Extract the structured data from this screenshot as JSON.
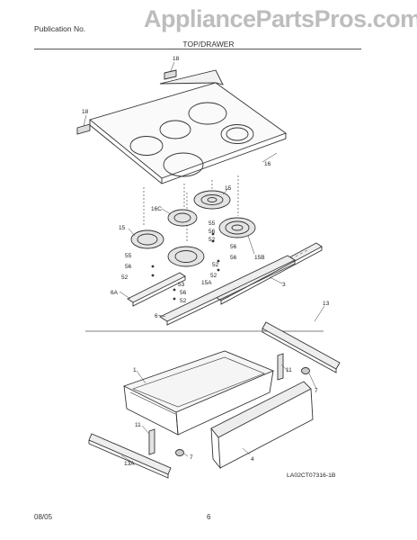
{
  "header": {
    "publication_label": "Publication No.",
    "watermark": "AppliancePartsPros.com",
    "section_title": "TOP/DRAWER"
  },
  "callouts": {
    "p18a": "18",
    "p18b": "18",
    "p16": "16",
    "p15a": "15",
    "p15b": "15",
    "p16c": "16C",
    "p55a": "55",
    "p52a": "52",
    "p56a": "56",
    "p56b": "56",
    "p15b_label": "15B",
    "p55b": "55",
    "p56c": "56",
    "p52b": "52",
    "p56d": "56",
    "p52c": "52",
    "p52d": "52",
    "p15a_label": "15A",
    "p53": "53",
    "p56e": "56",
    "p52e": "52",
    "p3": "3",
    "p6a": "6A",
    "p6": "6",
    "p13": "13",
    "p1": "1",
    "p11a": "11",
    "p7a": "7",
    "p11b": "11",
    "p4": "4",
    "p7b": "7",
    "p13a": "13A"
  },
  "diagram_code": "LA02CT07316-1B",
  "footer": {
    "date": "08/05",
    "page": "6"
  }
}
